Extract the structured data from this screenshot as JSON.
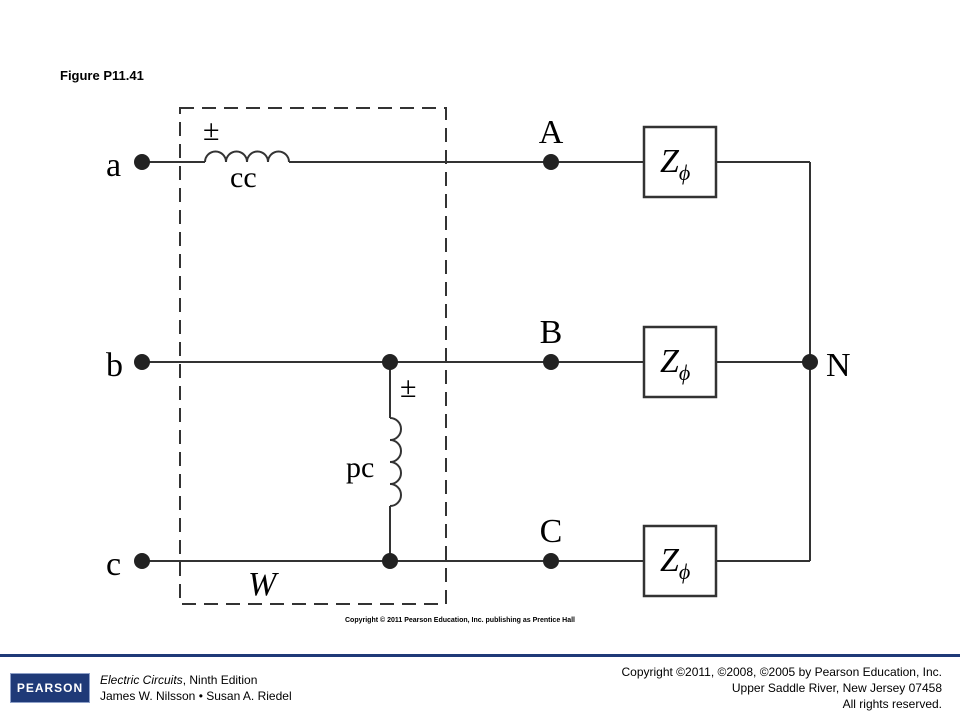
{
  "figure": {
    "title": "Figure P11.41"
  },
  "circuit": {
    "terminals": {
      "a": "a",
      "b": "b",
      "c": "c"
    },
    "nodes": {
      "A": "A",
      "B": "B",
      "C": "C",
      "N": "N"
    },
    "impedance": {
      "main": "Z",
      "sub": "ϕ"
    },
    "wattmeter": {
      "label": "W",
      "current_coil": "cc",
      "potential_coil": "pc",
      "polarity_mark": "±"
    },
    "copyright_note": "Copyright © 2011 Pearson Education, Inc. publishing as Prentice Hall"
  },
  "footer": {
    "logo_text": "PEARSON",
    "book_title": "Electric Circuits",
    "edition": ", Ninth Edition",
    "authors": "James W. Nilsson • Susan A. Riedel",
    "copyright_line1": "Copyright ©2011, ©2008, ©2005 by Pearson Education, Inc.",
    "copyright_line2": "Upper Saddle River, New Jersey 07458",
    "copyright_line3": "All rights reserved.",
    "colors": {
      "rule": "#1f3a78",
      "logo_bg": "#1f3a78"
    }
  }
}
